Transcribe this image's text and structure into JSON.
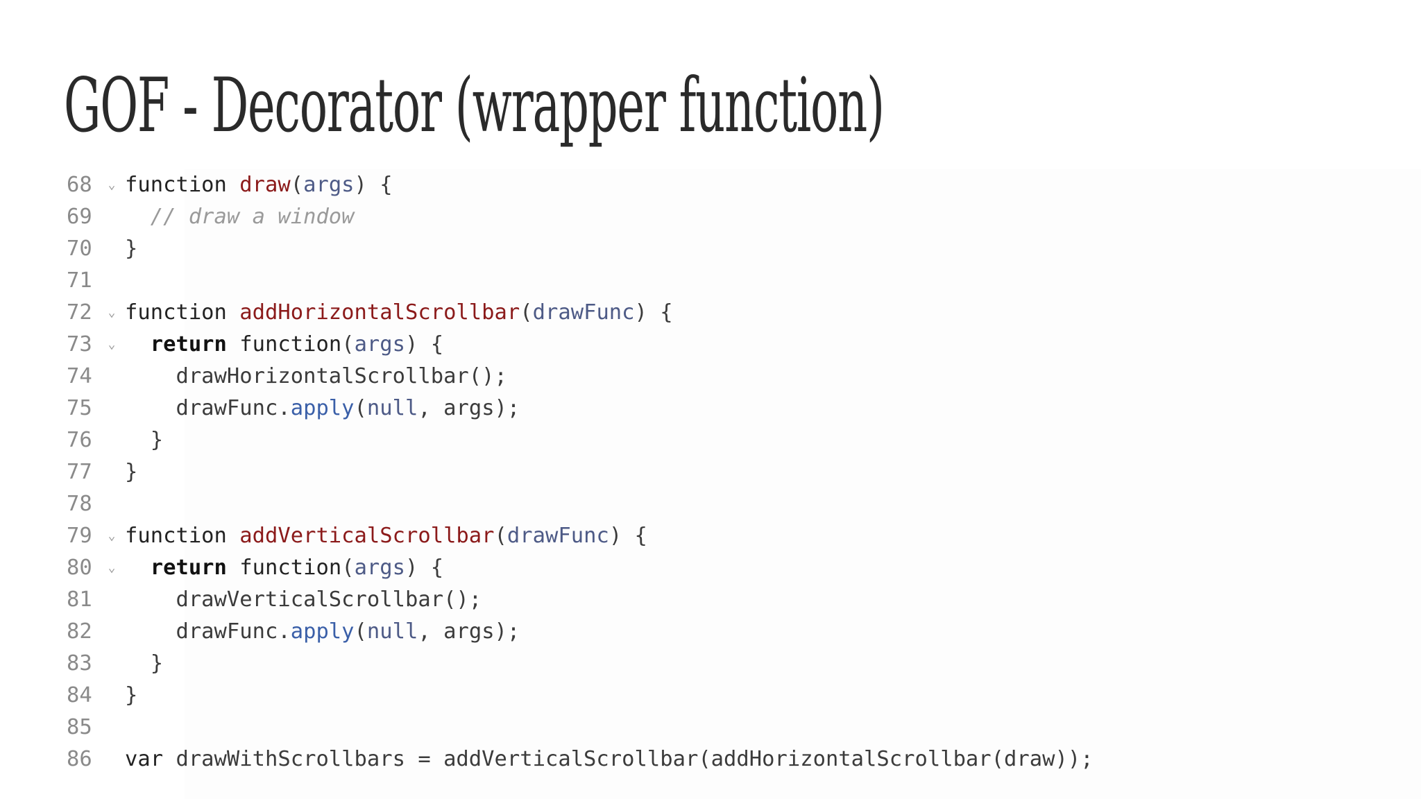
{
  "slide": {
    "title": "GOF - Decorator (wrapper function)"
  },
  "code": {
    "lines": [
      {
        "num": "68",
        "fold": true,
        "tokens": [
          {
            "t": "kw",
            "v": "function "
          },
          {
            "t": "fn",
            "v": "draw"
          },
          {
            "t": "pl",
            "v": "("
          },
          {
            "t": "param",
            "v": "args"
          },
          {
            "t": "pl",
            "v": ") {"
          }
        ]
      },
      {
        "num": "69",
        "fold": false,
        "tokens": [
          {
            "t": "pl",
            "v": "  "
          },
          {
            "t": "cm",
            "v": "// draw a window"
          }
        ]
      },
      {
        "num": "70",
        "fold": false,
        "tokens": [
          {
            "t": "pl",
            "v": "}"
          }
        ]
      },
      {
        "num": "71",
        "fold": false,
        "tokens": []
      },
      {
        "num": "72",
        "fold": true,
        "tokens": [
          {
            "t": "kw",
            "v": "function "
          },
          {
            "t": "fn",
            "v": "addHorizontalScrollbar"
          },
          {
            "t": "pl",
            "v": "("
          },
          {
            "t": "param",
            "v": "drawFunc"
          },
          {
            "t": "pl",
            "v": ") {"
          }
        ]
      },
      {
        "num": "73",
        "fold": true,
        "tokens": [
          {
            "t": "pl",
            "v": "  "
          },
          {
            "t": "kwb",
            "v": "return"
          },
          {
            "t": "kw",
            "v": " function"
          },
          {
            "t": "pl",
            "v": "("
          },
          {
            "t": "param",
            "v": "args"
          },
          {
            "t": "pl",
            "v": ") {"
          }
        ]
      },
      {
        "num": "74",
        "fold": false,
        "tokens": [
          {
            "t": "pl",
            "v": "    drawHorizontalScrollbar();"
          }
        ]
      },
      {
        "num": "75",
        "fold": false,
        "tokens": [
          {
            "t": "pl",
            "v": "    drawFunc."
          },
          {
            "t": "pr",
            "v": "apply"
          },
          {
            "t": "pl",
            "v": "("
          },
          {
            "t": "param",
            "v": "null"
          },
          {
            "t": "pl",
            "v": ", args);"
          }
        ]
      },
      {
        "num": "76",
        "fold": false,
        "tokens": [
          {
            "t": "pl",
            "v": "  }"
          }
        ]
      },
      {
        "num": "77",
        "fold": false,
        "tokens": [
          {
            "t": "pl",
            "v": "}"
          }
        ]
      },
      {
        "num": "78",
        "fold": false,
        "tokens": []
      },
      {
        "num": "79",
        "fold": true,
        "tokens": [
          {
            "t": "kw",
            "v": "function "
          },
          {
            "t": "fn",
            "v": "addVerticalScrollbar"
          },
          {
            "t": "pl",
            "v": "("
          },
          {
            "t": "param",
            "v": "drawFunc"
          },
          {
            "t": "pl",
            "v": ") {"
          }
        ]
      },
      {
        "num": "80",
        "fold": true,
        "tokens": [
          {
            "t": "pl",
            "v": "  "
          },
          {
            "t": "kwb",
            "v": "return"
          },
          {
            "t": "kw",
            "v": " function"
          },
          {
            "t": "pl",
            "v": "("
          },
          {
            "t": "param",
            "v": "args"
          },
          {
            "t": "pl",
            "v": ") {"
          }
        ]
      },
      {
        "num": "81",
        "fold": false,
        "tokens": [
          {
            "t": "pl",
            "v": "    drawVerticalScrollbar();"
          }
        ]
      },
      {
        "num": "82",
        "fold": false,
        "tokens": [
          {
            "t": "pl",
            "v": "    drawFunc."
          },
          {
            "t": "pr",
            "v": "apply"
          },
          {
            "t": "pl",
            "v": "("
          },
          {
            "t": "param",
            "v": "null"
          },
          {
            "t": "pl",
            "v": ", args);"
          }
        ]
      },
      {
        "num": "83",
        "fold": false,
        "tokens": [
          {
            "t": "pl",
            "v": "  }"
          }
        ]
      },
      {
        "num": "84",
        "fold": false,
        "tokens": [
          {
            "t": "pl",
            "v": "}"
          }
        ]
      },
      {
        "num": "85",
        "fold": false,
        "tokens": []
      },
      {
        "num": "86",
        "fold": false,
        "tokens": [
          {
            "t": "kw",
            "v": "var "
          },
          {
            "t": "pl",
            "v": "drawWithScrollbars = addVerticalScrollbar(addHorizontalScrollbar(draw));"
          }
        ]
      }
    ],
    "fold_glyph": "⌄"
  }
}
